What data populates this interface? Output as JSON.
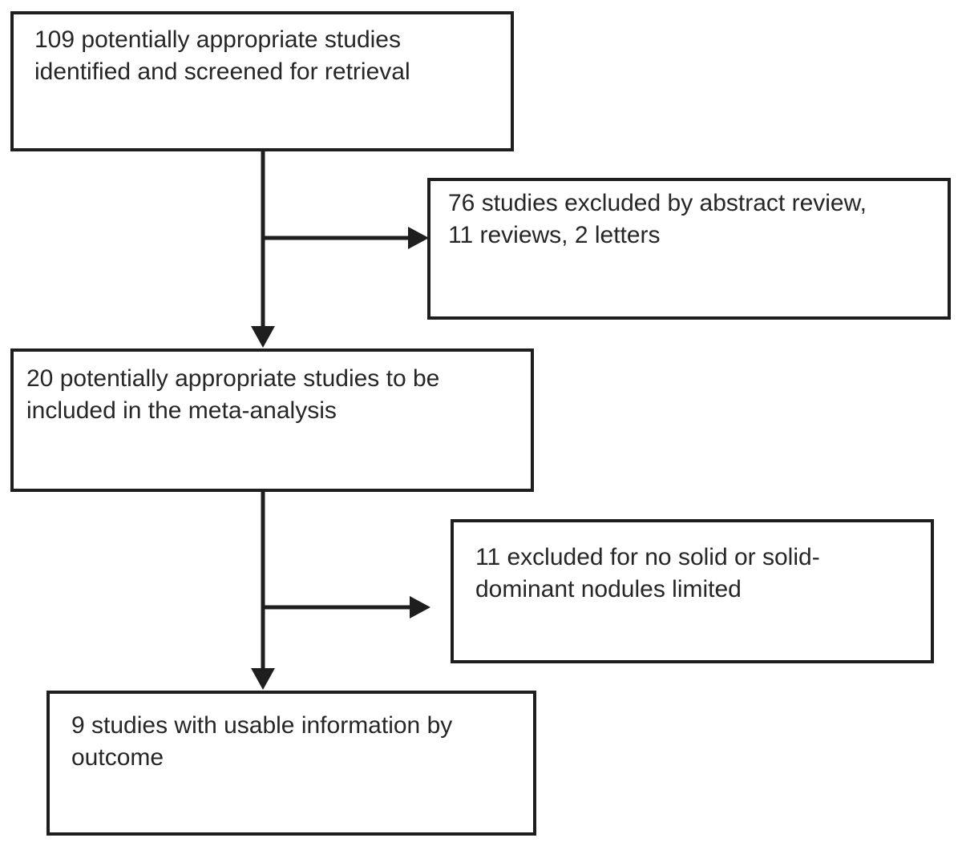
{
  "figure": {
    "type": "flowchart",
    "background_color": "#ffffff",
    "line_color": "#1e1e1e",
    "text_color": "#262626"
  },
  "boxes": {
    "identified": {
      "text": "109 potentially appropriate studies\nidentified and screened for retrieval"
    },
    "excluded_abstract": {
      "text": "76 studies excluded by abstract review,\n11 reviews, 2 letters"
    },
    "meta_analysis": {
      "text": "20 potentially appropriate studies to be\nincluded in the meta-analysis"
    },
    "excluded_nodules": {
      "text": "11 excluded for no solid or solid-\ndominant nodules limited"
    },
    "usable": {
      "text": "9 studies with usable information by\noutcome"
    }
  },
  "connectors": [
    {
      "from": "identified",
      "to": "meta_analysis",
      "type": "arrow-down"
    },
    {
      "from": "identified",
      "to": "excluded_abstract",
      "type": "arrow-right-branch"
    },
    {
      "from": "meta_analysis",
      "to": "usable",
      "type": "arrow-down"
    },
    {
      "from": "meta_analysis",
      "to": "excluded_nodules",
      "type": "arrow-right-branch"
    }
  ]
}
